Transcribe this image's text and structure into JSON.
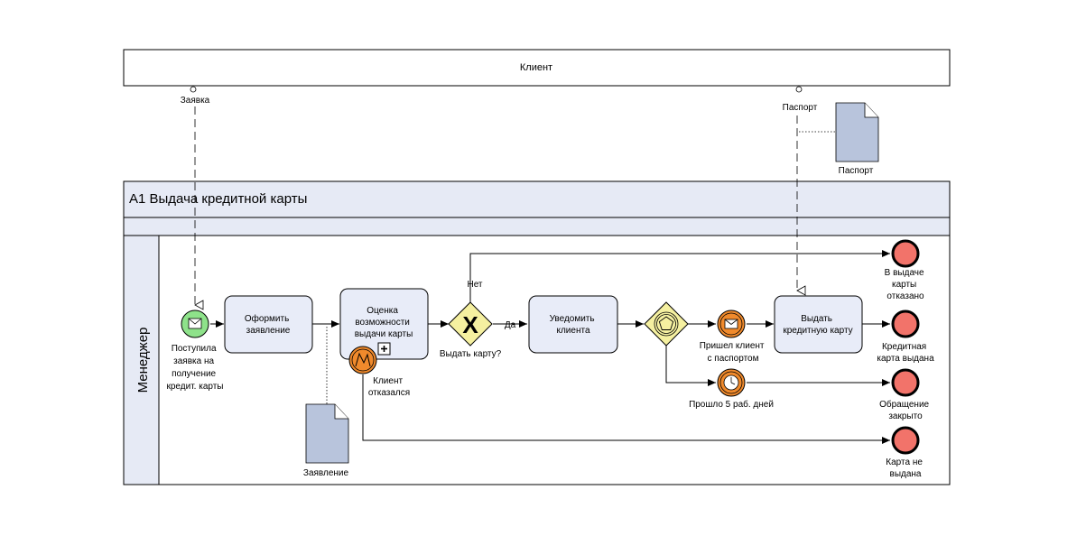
{
  "pools": {
    "client": "Клиент",
    "process": "A1 Выдача кредитной карты",
    "lane": "Менеджер"
  },
  "flows": {
    "request": "Заявка",
    "passport": "Паспорт",
    "no": "Нет",
    "yes": "Да"
  },
  "artifacts": {
    "passport_doc": "Паспорт",
    "application_doc": "Заявление"
  },
  "events": {
    "start": [
      "Поступила",
      "заявка на",
      "получение",
      "кредит. карты"
    ],
    "cancel": [
      "Клиент",
      "отказался"
    ],
    "msg_catch": [
      "Пришел клиент",
      "с паспортом"
    ],
    "timer": [
      "Прошло 5 раб. дней"
    ],
    "end_refused": [
      "В выдаче",
      "карты",
      "отказано"
    ],
    "end_issued": [
      "Кредитная",
      "карта выдана"
    ],
    "end_closed": [
      "Обращение",
      "закрыто"
    ],
    "end_not_issued": [
      "Карта не",
      "выдана"
    ]
  },
  "tasks": {
    "fill": [
      "Оформить",
      "заявление"
    ],
    "assess": [
      "Оценка",
      "возможности",
      "выдачи карты"
    ],
    "notify": [
      "Уведомить",
      "клиента"
    ],
    "issue": [
      "Выдать",
      "кредитную карту"
    ]
  },
  "gateways": {
    "decision": "Выдать карту?"
  },
  "colors": {
    "task_fill": "#E8ECF8",
    "pool_header": "#E6EAF5",
    "document": "#B8C4DC",
    "start_event": "#8EE28A",
    "intermediate": "#F08A2C",
    "end_event": "#F2736A",
    "gateway": "#F5F0A0"
  }
}
